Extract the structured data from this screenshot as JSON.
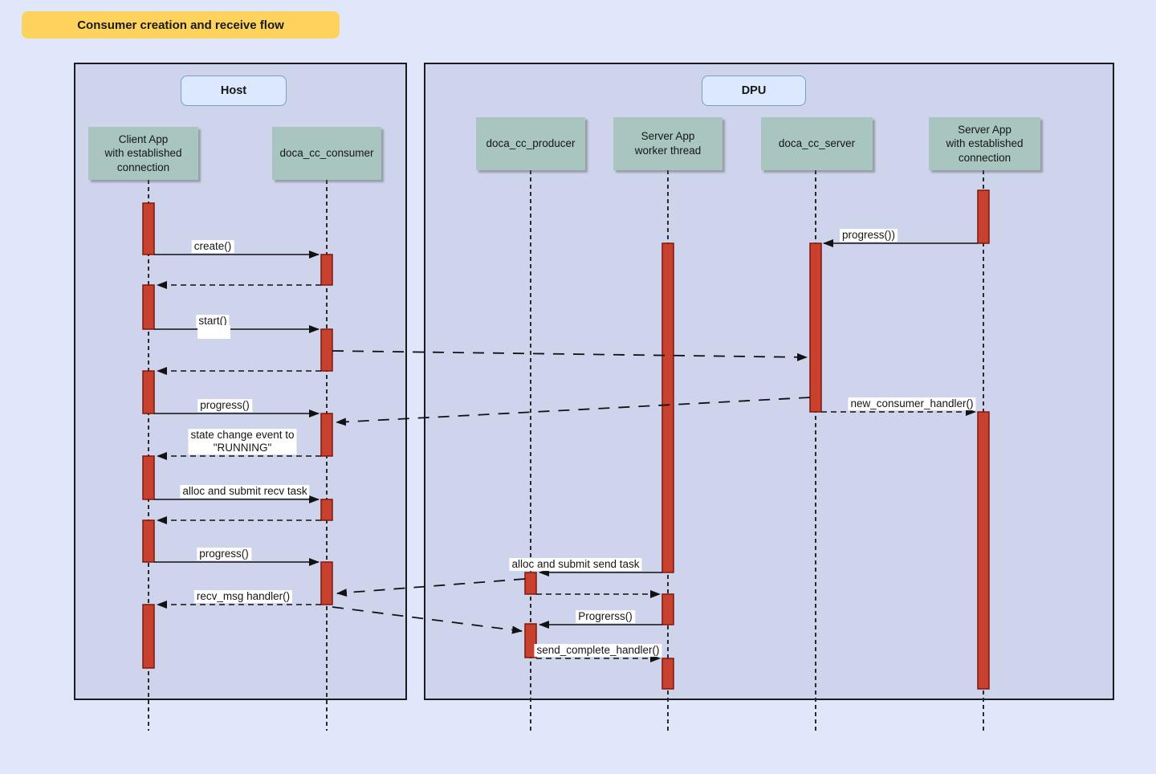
{
  "title": {
    "label": "Consumer creation and receive flow"
  },
  "groups": [
    {
      "id": "host",
      "label": "Host"
    },
    {
      "id": "dpu",
      "label": "DPU"
    }
  ],
  "actors": [
    {
      "id": "client-app",
      "group": "host",
      "label": "Client App\nwith established\nconnection"
    },
    {
      "id": "doca-cc-consumer",
      "group": "host",
      "label": "doca_cc_consumer"
    },
    {
      "id": "doca-cc-producer",
      "group": "dpu",
      "label": "doca_cc_producer"
    },
    {
      "id": "server-app-worker",
      "group": "dpu",
      "label": "Server App\nworker thread"
    },
    {
      "id": "doca-cc-server",
      "group": "dpu",
      "label": "doca_cc_server"
    },
    {
      "id": "server-app",
      "group": "dpu",
      "label": "Server App\nwith established\nconnection"
    }
  ],
  "messages": [
    {
      "label": "create()",
      "from": "client-app",
      "to": "doca-cc-consumer",
      "style": "solid"
    },
    {
      "label": "start()",
      "from": "client-app",
      "to": "doca-cc-consumer",
      "style": "solid"
    },
    {
      "label": "progress()",
      "from": "client-app",
      "to": "doca-cc-consumer",
      "style": "solid"
    },
    {
      "label": "state change event to\n\"RUNNING\"",
      "from": "doca-cc-consumer",
      "to": "client-app",
      "style": "dashed"
    },
    {
      "label": "alloc and submit recv task",
      "from": "client-app",
      "to": "doca-cc-consumer",
      "style": "solid"
    },
    {
      "label": "progress()",
      "from": "client-app",
      "to": "doca-cc-consumer",
      "style": "solid"
    },
    {
      "label": "recv_msg handler()",
      "from": "doca-cc-consumer",
      "to": "client-app",
      "style": "dashed"
    },
    {
      "label": "progress())",
      "from": "server-app",
      "to": "doca-cc-server",
      "style": "solid"
    },
    {
      "label": "new_consumer_handler()",
      "from": "doca-cc-server",
      "to": "server-app",
      "style": "dashed"
    },
    {
      "label": "alloc and submit send task",
      "from": "server-app-worker",
      "to": "doca-cc-producer",
      "style": "solid"
    },
    {
      "label": "Progrerss()",
      "from": "server-app-worker",
      "to": "doca-cc-producer",
      "style": "solid"
    },
    {
      "label": "send_complete_handler()",
      "from": "doca-cc-producer",
      "to": "server-app-worker",
      "style": "dashed"
    }
  ],
  "colors": {
    "background": "#e0e7fb",
    "title_bg": "#fdd35d",
    "group_fill": "#cdd4ec",
    "group_border": "#1c1c1c",
    "chip_fill": "#dbe8fd",
    "chip_border": "#7b9bc8",
    "actor_fill": "#a8c5bf",
    "activation_fill": "#c8402e",
    "activation_border": "#7f180b",
    "line": "#121212",
    "label_bg": "#ffffff"
  }
}
